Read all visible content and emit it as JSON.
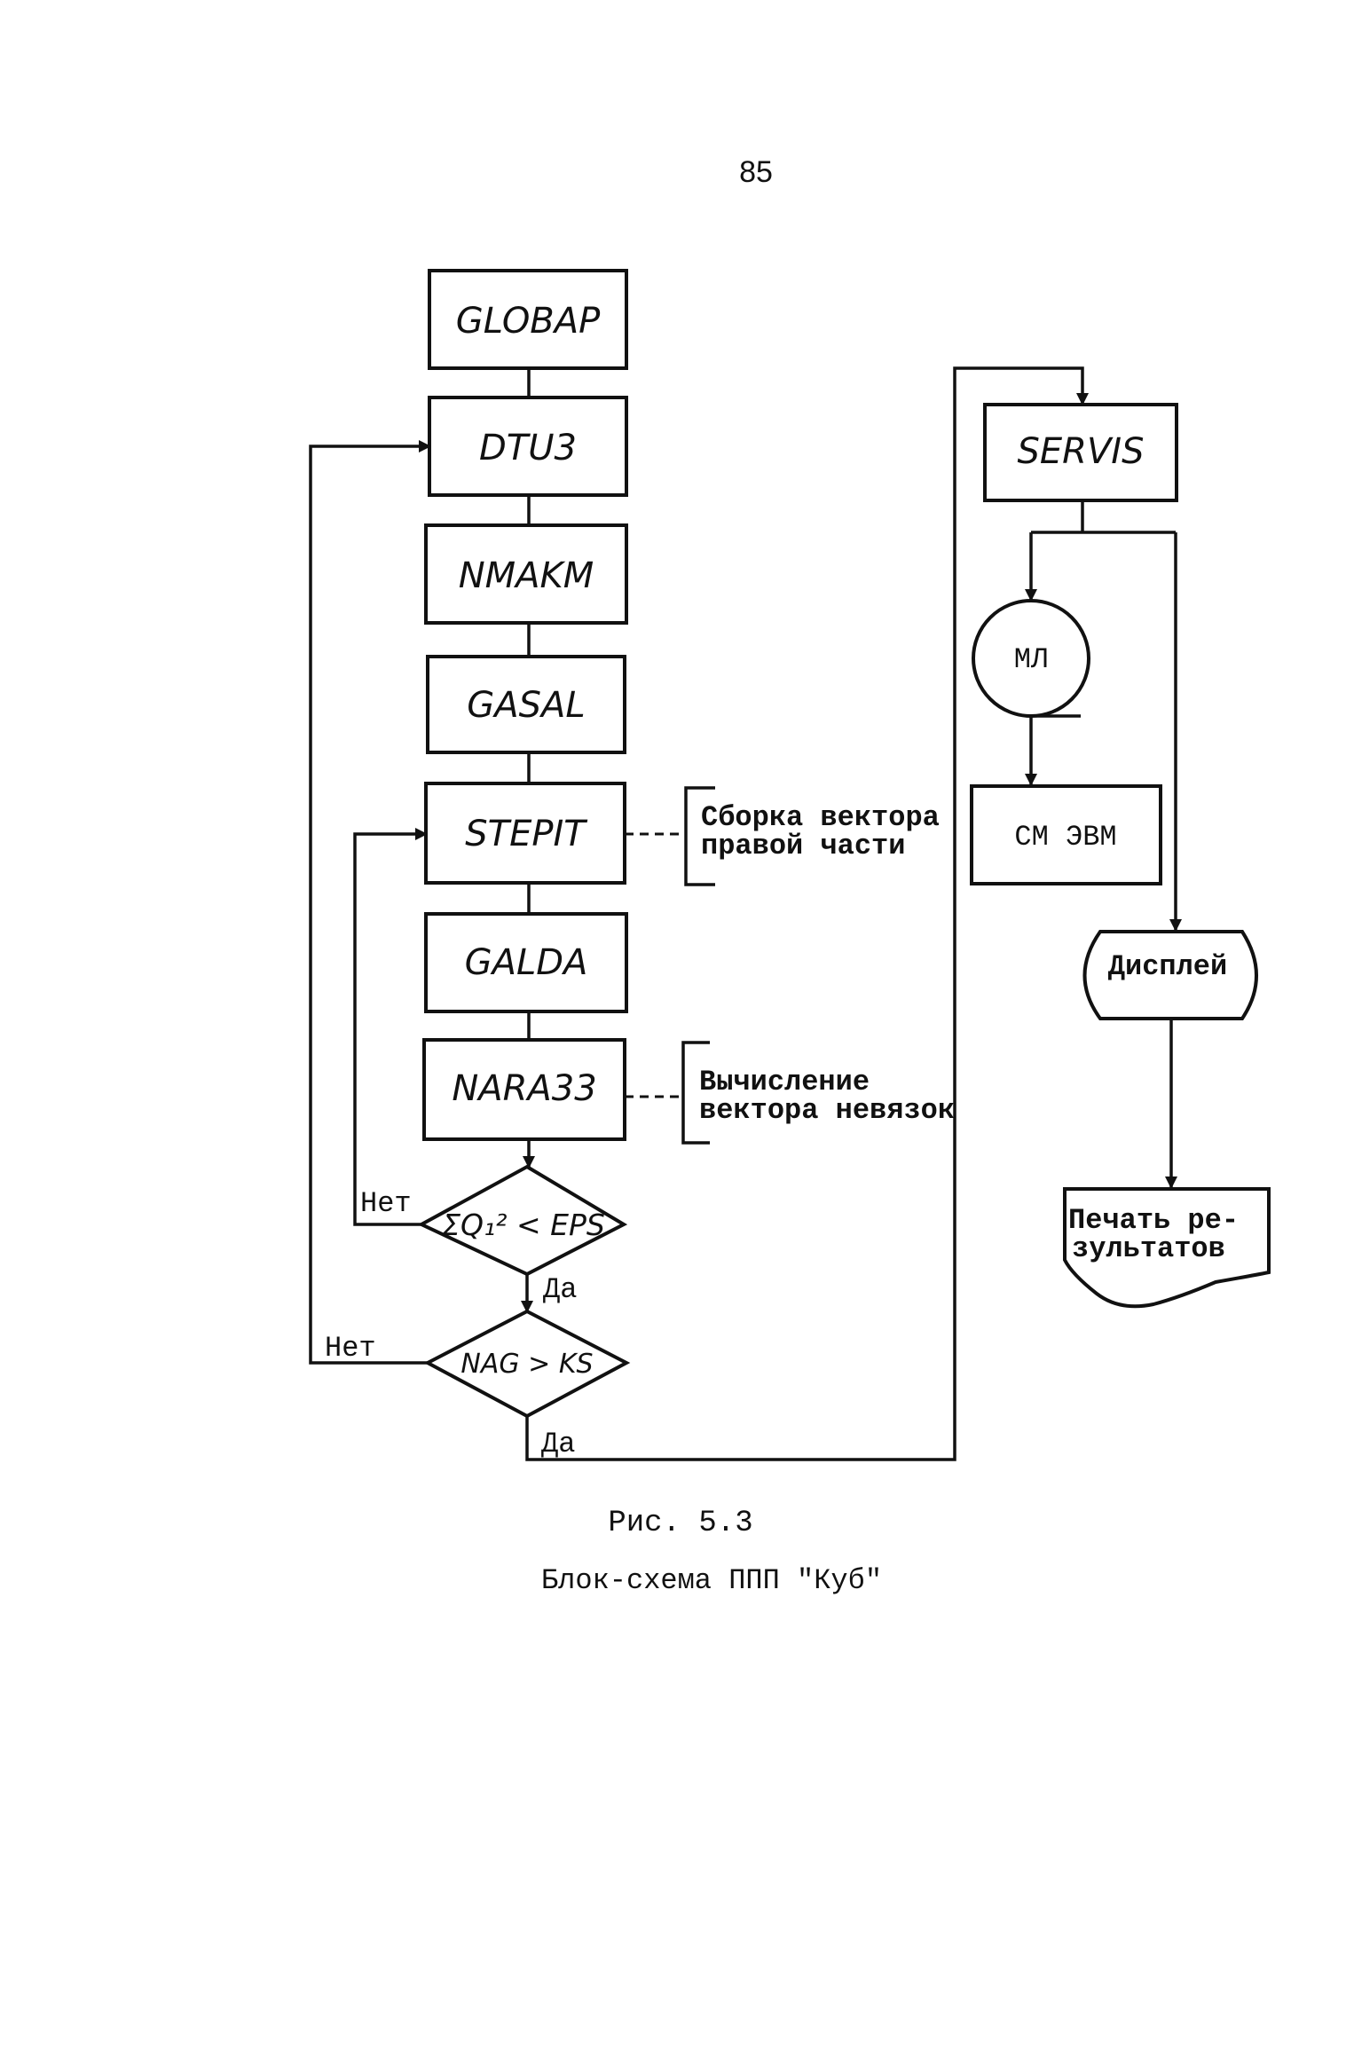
{
  "page_number": "85",
  "blocks": {
    "globap": "GLOBAP",
    "dtu3": "DTU3",
    "nmakm": "NMAKM",
    "gasal": "GASAL",
    "stepit": "STEPIT",
    "galda": "GALDA",
    "nara33": "NARA33",
    "servis": "SERVIS"
  },
  "decisions": {
    "sum_q": "ΣQ₁² < EPS",
    "nag_ks": "NAG > KS"
  },
  "branch_labels": {
    "no_1": "Нет",
    "yes_1": "Да",
    "no_2": "Нет",
    "yes_2": "Да"
  },
  "annotations": {
    "stepit_line1": "Сборка вектора",
    "stepit_line2": "правой части",
    "nara_line1": "Вычисление",
    "nara_line2": "вектора невязок"
  },
  "devices": {
    "ml": "МЛ",
    "sm_evm": "СМ ЭВМ",
    "display": "Дисплей",
    "print_line1": "Печать ре-",
    "print_line2": "зультатов"
  },
  "caption": {
    "figure": "Рис. 5.3",
    "title": "Блок-схема ППП \"Куб\""
  }
}
